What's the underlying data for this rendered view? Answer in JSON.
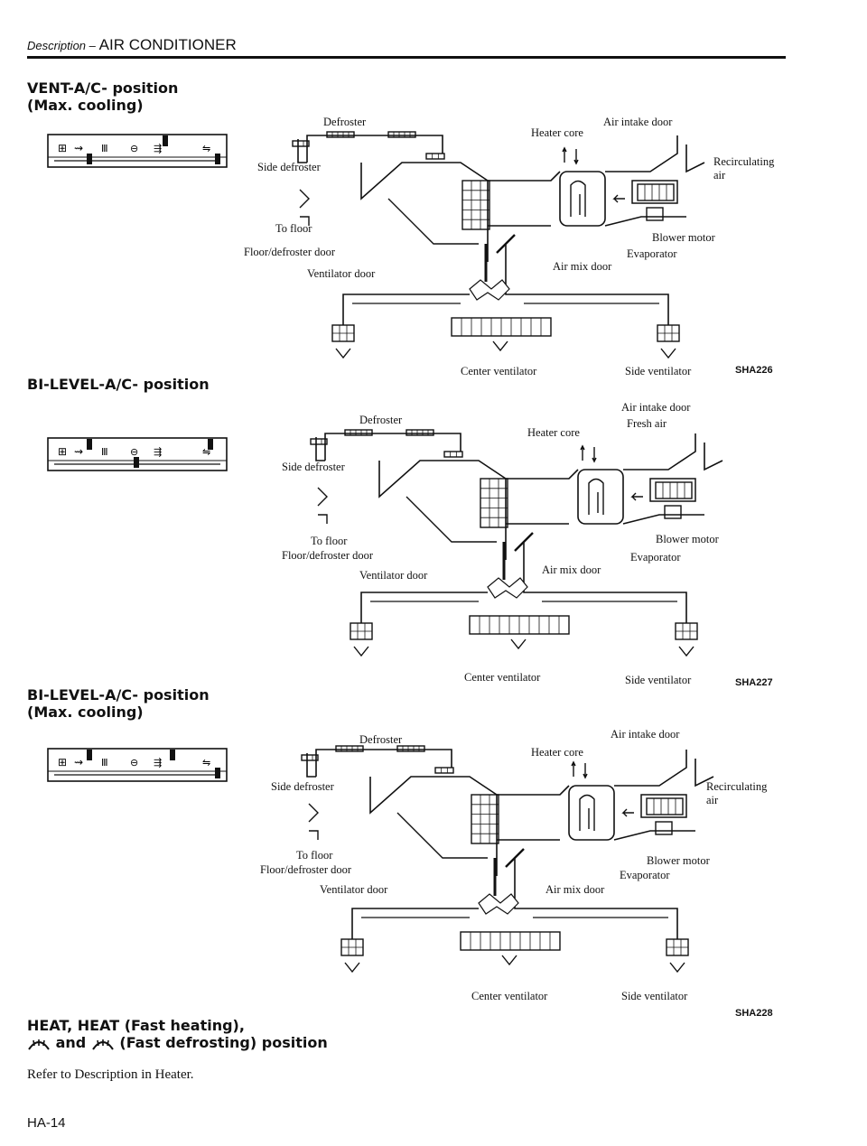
{
  "header": {
    "prefix": "Description –",
    "title": "AIR CONDITIONER"
  },
  "sections": [
    {
      "title_l1": "VENT-A/C- position",
      "title_l2": "(Max. cooling)",
      "labels": {
        "defroster": "Defroster",
        "side_defroster": "Side defroster",
        "to_floor": "To floor",
        "floor_defroster_door": "Floor/defroster door",
        "ventilator_door": "Ventilator door",
        "heater_core": "Heater core",
        "air_intake_door": "Air intake door",
        "intake_l1": "Recirculating",
        "intake_l2": "air",
        "blower_motor": "Blower motor",
        "evaporator": "Evaporator",
        "air_mix_door": "Air mix door",
        "center_ventilator": "Center ventilator",
        "side_ventilator": "Side ventilator"
      },
      "code": "SHA226"
    },
    {
      "title_l1": "BI-LEVEL-A/C- position",
      "title_l2": "",
      "labels": {
        "defroster": "Defroster",
        "side_defroster": "Side defroster",
        "to_floor": "To floor",
        "floor_defroster_door": "Floor/defroster door",
        "ventilator_door": "Ventilator door",
        "heater_core": "Heater core",
        "air_intake_door": "Air intake door",
        "intake_l1": "Fresh air",
        "intake_l2": "",
        "blower_motor": "Blower motor",
        "evaporator": "Evaporator",
        "air_mix_door": "Air mix door",
        "center_ventilator": "Center ventilator",
        "side_ventilator": "Side ventilator"
      },
      "code": "SHA227"
    },
    {
      "title_l1": "BI-LEVEL-A/C- position",
      "title_l2": "(Max. cooling)",
      "labels": {
        "defroster": "Defroster",
        "side_defroster": "Side defroster",
        "to_floor": "To floor",
        "floor_defroster_door": "Floor/defroster door",
        "ventilator_door": "Ventilator door",
        "heater_core": "Heater core",
        "air_intake_door": "Air intake door",
        "intake_l1": "Recirculating",
        "intake_l2": "air",
        "blower_motor": "Blower motor",
        "evaporator": "Evaporator",
        "air_mix_door": "Air mix door",
        "center_ventilator": "Center ventilator",
        "side_ventilator": "Side ventilator"
      },
      "code": "SHA228"
    }
  ],
  "heat_section": {
    "title_l1": "HEAT, HEAT (Fast heating),",
    "and_word": "and",
    "fast_defrosting": "(Fast defrosting) position",
    "note": "Refer to Description in Heater.",
    "icon": "defrost-icon"
  },
  "page_number": "HA-14"
}
